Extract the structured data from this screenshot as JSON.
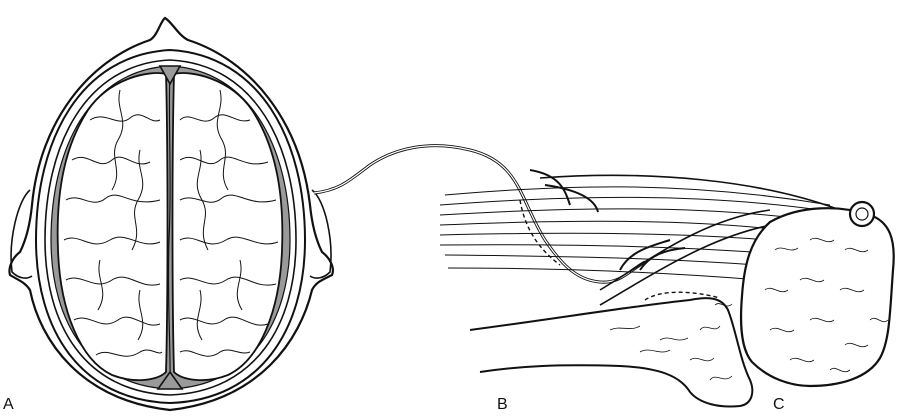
{
  "panels": [
    {
      "label": "A",
      "content": "brain-in-skull"
    },
    {
      "label": "B",
      "content": "nerve-and-muscle-fibers"
    },
    {
      "label": "C",
      "content": "bone-cross-section"
    }
  ],
  "colors": {
    "line": "#111111",
    "fill_gray": "#9a9a9a",
    "background": "#ffffff"
  }
}
